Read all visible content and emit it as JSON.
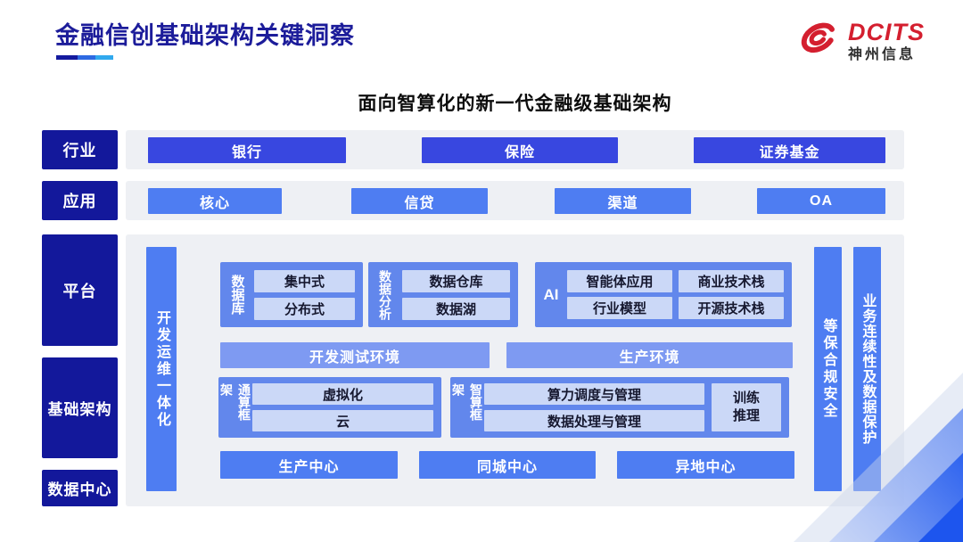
{
  "header": {
    "title": "金融信创基础架构关键洞察",
    "logo": {
      "brand": "DCITS",
      "company": "神州信息"
    }
  },
  "diagram": {
    "subtitle": "面向智算化的新一代金融级基础架构",
    "side_labels": {
      "industry": "行业",
      "application": "应用",
      "platform": "平台",
      "infrastructure": "基础架构",
      "datacenter": "数据中心"
    },
    "industry_items": [
      "银行",
      "保险",
      "证券基金"
    ],
    "application_items": [
      "核心",
      "信贷",
      "渠道",
      "OA"
    ],
    "devops_bar": "开发运维一体化",
    "groups": [
      {
        "label": "数据库",
        "items": [
          "集中式",
          "分布式"
        ]
      },
      {
        "label": "数据分析",
        "items": [
          "数据仓库",
          "数据湖"
        ]
      },
      {
        "label": "AI",
        "items": [
          "智能体应用",
          "商业技术栈",
          "行业模型",
          "开源技术栈"
        ]
      }
    ],
    "environments": [
      "开发测试环境",
      "生产环境"
    ],
    "frameworks": [
      {
        "label": "通算框架",
        "items": [
          "虚拟化",
          "云"
        ]
      },
      {
        "label": "智算框架",
        "items": [
          "算力调度与管理",
          "数据处理与管理"
        ],
        "side_item": "训练推理"
      }
    ],
    "centers": [
      "生产中心",
      "同城中心",
      "异地中心"
    ],
    "security_bars": [
      "等保合规安全",
      "业务连续性及数据保护"
    ]
  },
  "colors": {
    "navy": "#13189b",
    "royal_blue": "#3847e0",
    "medium_blue": "#4e7df2",
    "group_blue": "#6287ec",
    "periwinkle": "#7e9af2",
    "light_box": "#cbd8f7",
    "band_gray": "#eef0f4",
    "logo_red": "#d41f2f",
    "underline": [
      "#141a9e",
      "#2e6ae2",
      "#31a9ee"
    ]
  }
}
